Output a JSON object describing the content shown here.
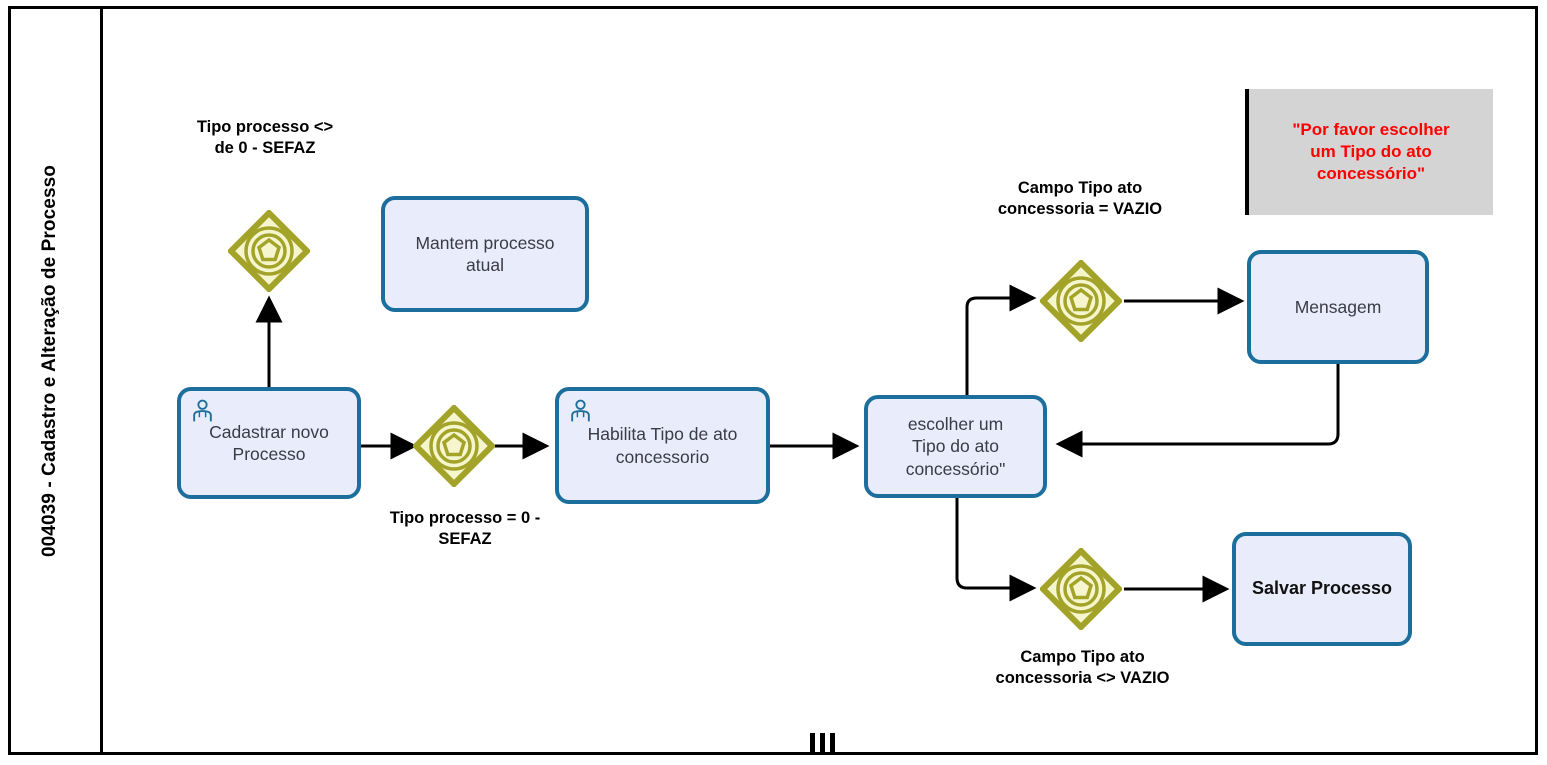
{
  "diagram": {
    "lane_title": "004039 - Cadastro e Alteração de Processo",
    "bottom_marker": "III",
    "colors": {
      "task_fill": "#E9ECFB",
      "task_border": "#1C6E9C",
      "gateway_fill": "#F6F6CE",
      "gateway_border": "#A3A329",
      "annotation_fill": "#D4D4D4",
      "annotation_text": "#FF0000",
      "connector": "#000000",
      "frame": "#000000"
    }
  },
  "tasks": [
    {
      "id": "cadastrar-novo-processo",
      "label": "Cadastrar  novo\nProcesso",
      "icon": "person-icon",
      "bold": false
    },
    {
      "id": "mantem-processo-atual",
      "label": "Mantem processo\natual",
      "icon": null,
      "bold": false
    },
    {
      "id": "habilita-tipo-de-ato-concessorio",
      "label": "Habilita Tipo de ato\nconcessorio",
      "icon": "person-icon",
      "bold": false
    },
    {
      "id": "escolher-um-tipo-do-ato-concessorio",
      "label": "escolher um\nTipo do ato\nconcessório\"",
      "icon": null,
      "bold": false
    },
    {
      "id": "mensagem",
      "label": "Mensagem",
      "icon": null,
      "bold": false
    },
    {
      "id": "salvar-processo",
      "label": "Salvar Processo",
      "icon": null,
      "bold": true
    }
  ],
  "gateways": [
    {
      "id": "gateway-tipo-processo-nao-sefaz",
      "type": "complex-gateway"
    },
    {
      "id": "gateway-tipo-processo-sefaz",
      "type": "complex-gateway"
    },
    {
      "id": "gateway-campo-vazio",
      "type": "complex-gateway"
    },
    {
      "id": "gateway-campo-nao-vazio",
      "type": "complex-gateway"
    }
  ],
  "conditions": [
    {
      "id": "cond-tipo-processo-diferente-0",
      "text": "Tipo processo <>\nde 0 - SEFAZ"
    },
    {
      "id": "cond-tipo-processo-igual-0",
      "text": "Tipo processo  = 0 -\nSEFAZ"
    },
    {
      "id": "cond-campo-vazio",
      "text": "Campo Tipo ato\nconcessoria = VAZIO"
    },
    {
      "id": "cond-campo-nao-vazio",
      "text": "Campo Tipo ato\nconcessoria <> VAZIO"
    }
  ],
  "annotation": {
    "id": "annotation-mensagem",
    "text": "\"Por favor escolher\num Tipo do ato\nconcessório\""
  }
}
